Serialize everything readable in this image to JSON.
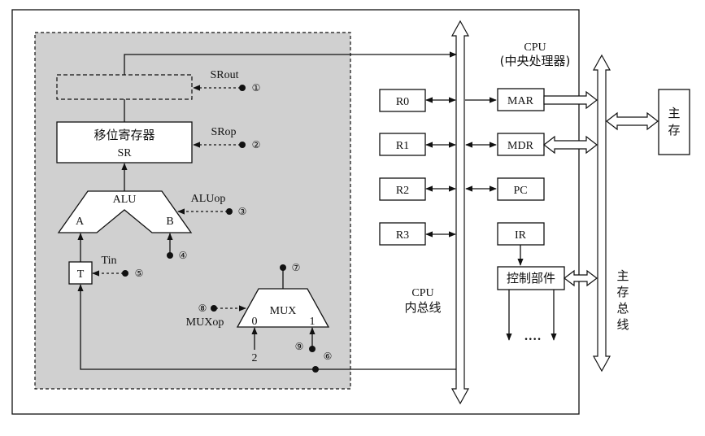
{
  "cpu_title_line1": "CPU",
  "cpu_title_line2": "(中央处理器)",
  "internal_bus_line1": "CPU",
  "internal_bus_line2": "内总线",
  "system_bus": [
    "主",
    "存",
    "总",
    "线"
  ],
  "memory": [
    "主",
    "存"
  ],
  "shift_register_line1": "移位寄存器",
  "shift_register_line2": "SR",
  "alu_label": "ALU",
  "alu_input_a": "A",
  "alu_input_b": "B",
  "t_register": "T",
  "mux_label": "MUX",
  "mux_input_0": "0",
  "mux_input_1": "1",
  "mux_input_2": "2",
  "registers": [
    "R0",
    "R1",
    "R2",
    "R3"
  ],
  "mar": "MAR",
  "mdr": "MDR",
  "pc": "PC",
  "ir": "IR",
  "control_unit": "控制部件",
  "ellipsis": "····",
  "signals": {
    "srout": "SRout",
    "srop": "SRop",
    "aluop": "ALUop",
    "tin": "Tin",
    "muxop": "MUXop"
  },
  "circled_numbers": {
    "n1": "①",
    "n2": "②",
    "n3": "③",
    "n4": "④",
    "n5": "⑤",
    "n6": "⑥",
    "n7": "⑦",
    "n8": "⑧",
    "n9": "⑨"
  }
}
